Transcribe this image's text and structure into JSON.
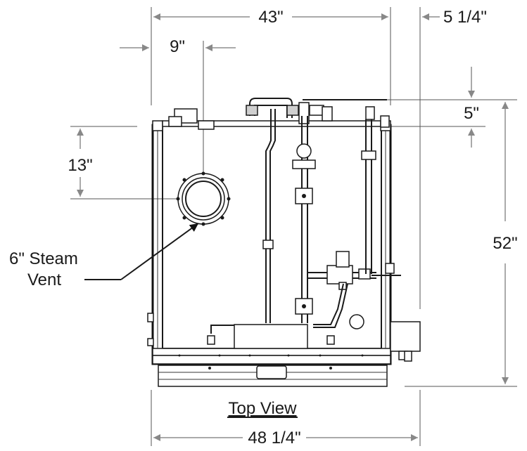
{
  "dimensions": {
    "overall_width_top": "43\"",
    "right_offset": "5 1/4\"",
    "vent_horizontal": "9\"",
    "vent_vertical": "13\"",
    "top_offset": "5\"",
    "overall_depth": "52\"",
    "overall_width_bottom": "48 1/4\""
  },
  "labels": {
    "steam_vent_line1": "6\" Steam",
    "steam_vent_line2": "Vent",
    "view_title": "Top View"
  }
}
